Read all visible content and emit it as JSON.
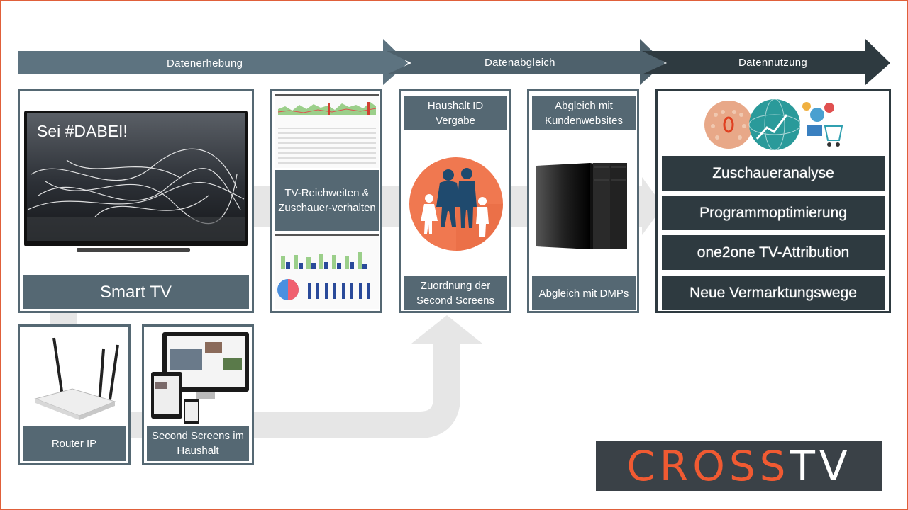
{
  "stages": [
    {
      "label": "Datenerhebung"
    },
    {
      "label": "Datenabgleich"
    },
    {
      "label": "Datennutzung"
    }
  ],
  "smart_tv": {
    "screen_text": "Sei #DABEI!",
    "label": "Smart TV"
  },
  "tv_reach": {
    "label": "TV-Reichweiten & Zuschauer-verhalten"
  },
  "router": {
    "label": "Router IP"
  },
  "second_screens": {
    "label": "Second Screens im Haushalt"
  },
  "household": {
    "top_label": "Haushalt ID Vergabe",
    "bottom_label": "Zuordnung der Second Screens"
  },
  "matching": {
    "top_label": "Abgleich mit Kundenwebsites",
    "bottom_label": "Abgleich mit DMPs"
  },
  "usage": {
    "items": [
      {
        "label": "Zuschaueranalyse"
      },
      {
        "label": "Programmoptimierung"
      },
      {
        "label": "one2one TV-Attribution"
      },
      {
        "label": "Neue Vermarktungswege"
      }
    ]
  },
  "logo": {
    "part1": "CROSS",
    "part2": "TV"
  },
  "colors": {
    "accent": "#f05a32",
    "panel_border": "#556873",
    "dark": "#2e3a40",
    "flow": "#e6e6e6"
  }
}
